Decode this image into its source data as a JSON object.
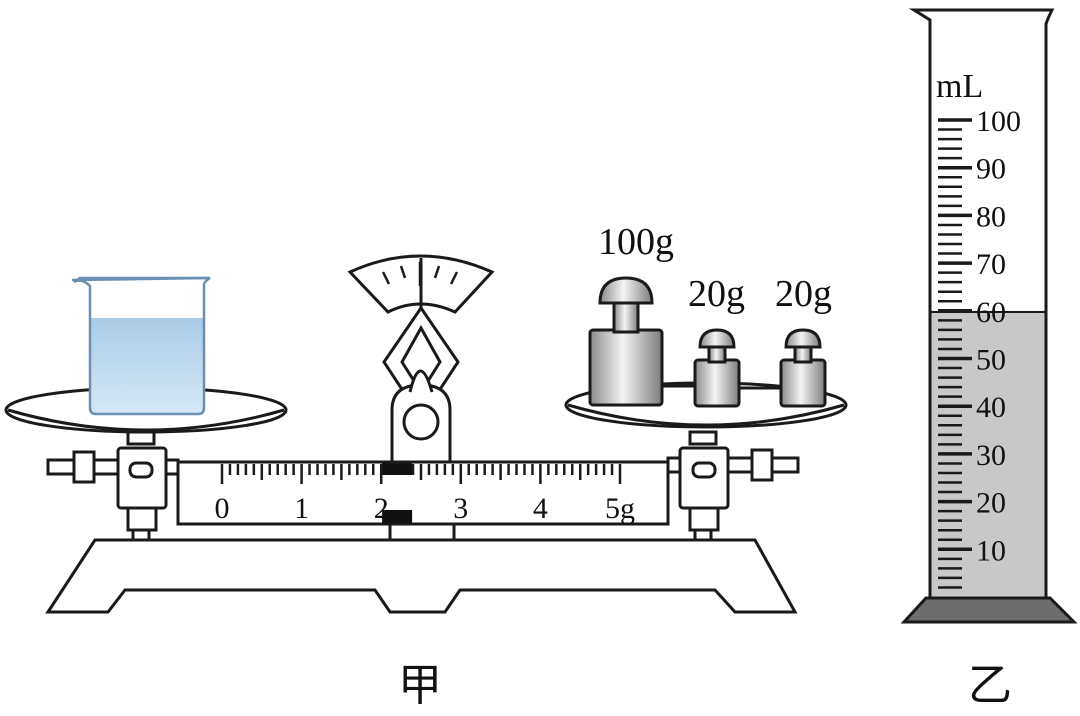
{
  "balance": {
    "caption": "甲",
    "weights": [
      {
        "label": "100g"
      },
      {
        "label": "20g"
      },
      {
        "label": "20g"
      }
    ],
    "rider_scale": {
      "ticks": [
        "0",
        "1",
        "2",
        "3",
        "4",
        "5g"
      ],
      "max_grams": 5,
      "rider_reading_grams": 2.2
    }
  },
  "cylinder": {
    "caption": "乙",
    "unit": "mL",
    "scale_labels": [
      "100",
      "90",
      "80",
      "70",
      "60",
      "50",
      "40",
      "30",
      "20",
      "10"
    ],
    "max_ml": 100,
    "liquid_level_ml": 60
  },
  "colors": {
    "outline": "#1a1a1a",
    "beaker_water": "#b9d7ec",
    "cylinder_liquid": "#c8c8c8",
    "cylinder_base": "#6e6e6e",
    "rider": "#111111"
  }
}
